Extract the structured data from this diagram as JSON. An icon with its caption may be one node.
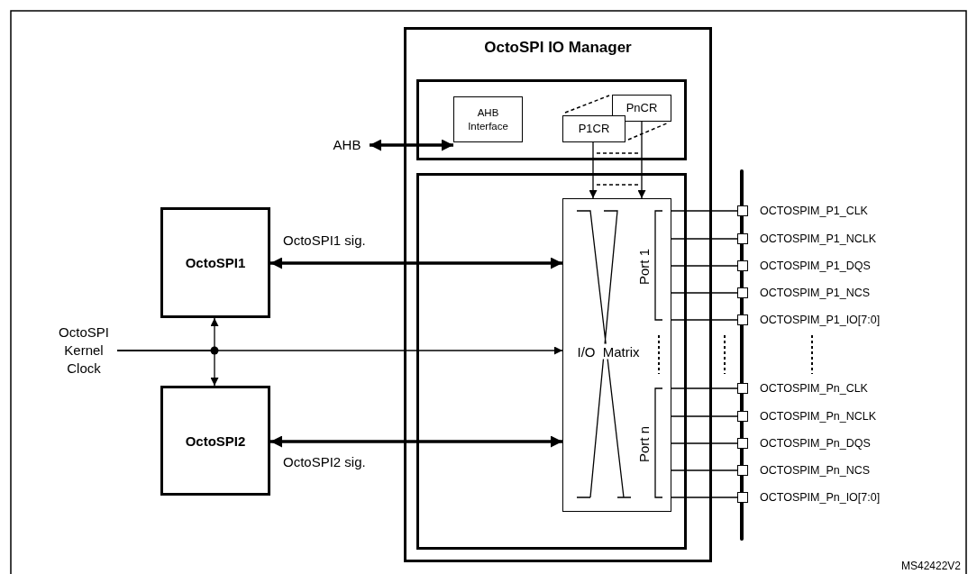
{
  "diagram": {
    "nodes": [
      {
        "text": [
          "OctoSPI IO Manager"
        ]
      },
      {
        "text": [],
        "shape": "box",
        "in": 0
      },
      {
        "text": [
          "AHB Interface"
        ],
        "in": 1
      },
      {
        "text": [
          "PnCR"
        ],
        "in": 1
      },
      {
        "text": [
          "P1CR"
        ],
        "in": 1
      },
      {
        "text": [],
        "shape": "box",
        "in": 0
      },
      {
        "text": [
          "I/O Matrix",
          "Port 1",
          "Port n"
        ],
        "in": 5
      },
      {
        "text": [
          "AHB"
        ]
      },
      {
        "text": [
          "OctoSPI1"
        ]
      },
      {
        "text": [
          "OctoSPI2"
        ]
      },
      {
        "text": [
          "OctoSPI Kernel Clock"
        ]
      },
      {
        "text": [],
        "shape": "box",
        "beside": [
          "OCTOSPIM_P1_CLK"
        ]
      },
      {
        "text": [],
        "shape": "box",
        "beside": [
          "OCTOSPIM_P1_NCLK"
        ]
      },
      {
        "text": [],
        "shape": "box",
        "beside": [
          "OCTOSPIM_P1_DQS"
        ]
      },
      {
        "text": [],
        "shape": "box",
        "beside": [
          "OCTOSPIM_P1_NCS"
        ]
      },
      {
        "text": [],
        "shape": "box",
        "beside": [
          "OCTOSPIM_P1_IO[7:0]"
        ]
      },
      {
        "text": [],
        "shape": "box",
        "beside": [
          "OCTOSPIM_Pn_CLK"
        ]
      },
      {
        "text": [],
        "shape": "box",
        "beside": [
          "OCTOSPIM_Pn_NCLK"
        ]
      },
      {
        "text": [],
        "shape": "box",
        "beside": [
          "OCTOSPIM_Pn_DQS"
        ]
      },
      {
        "text": [],
        "shape": "box",
        "beside": [
          "OCTOSPIM_Pn_NCS"
        ]
      },
      {
        "text": [],
        "shape": "box",
        "beside": [
          "OCTOSPIM_Pn_IO[7:0]"
        ]
      }
    ],
    "edges": [
      {
        "from": 7,
        "to": 2,
        "arrow": "both",
        "style": "thick"
      },
      {
        "from": 4,
        "to": 6,
        "arrow": "to"
      },
      {
        "from": 3,
        "to": 6,
        "arrow": "to"
      },
      {
        "from": 8,
        "to": 6,
        "arrow": "both",
        "style": "thick",
        "label": "OctoSPI1 sig."
      },
      {
        "from": 9,
        "to": 6,
        "arrow": "both",
        "style": "thick",
        "label": "OctoSPI2 sig."
      },
      {
        "from": 10,
        "to": 8,
        "arrow": "to"
      },
      {
        "from": 10,
        "to": 9,
        "arrow": "to"
      },
      {
        "from": 10,
        "to": 6,
        "arrow": "to"
      },
      {
        "from": 6,
        "to": 11,
        "arrow": "none"
      },
      {
        "from": 6,
        "to": 12,
        "arrow": "none"
      },
      {
        "from": 6,
        "to": 13,
        "arrow": "none"
      },
      {
        "from": 6,
        "to": 14,
        "arrow": "none"
      },
      {
        "from": 6,
        "to": 15,
        "arrow": "none"
      },
      {
        "from": 6,
        "to": 16,
        "arrow": "none"
      },
      {
        "from": 6,
        "to": 17,
        "arrow": "none"
      },
      {
        "from": 6,
        "to": 18,
        "arrow": "none"
      },
      {
        "from": 6,
        "to": 19,
        "arrow": "none"
      },
      {
        "from": 6,
        "to": 20,
        "arrow": "none"
      }
    ],
    "labels": [
      "MS42422V2"
    ]
  }
}
